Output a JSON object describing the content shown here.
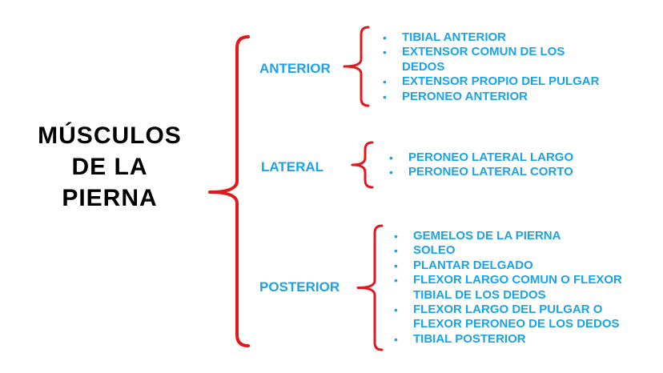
{
  "title_lines": [
    "MÚSCULOS",
    "DE LA",
    "PIERNA"
  ],
  "colors": {
    "bracket": "#e0191e",
    "text": "#1aa3e6",
    "title": "#000000"
  },
  "categories": [
    {
      "label": "ANTERIOR",
      "items": [
        [
          "TIBIAL ANTERIOR"
        ],
        [
          "EXTENSOR COMUN DE LOS",
          "DEDOS"
        ],
        [
          "EXTENSOR PROPIO DEL PULGAR"
        ],
        [
          "PERONEO ANTERIOR"
        ]
      ]
    },
    {
      "label": "LATERAL",
      "items": [
        [
          "PERONEO LATERAL LARGO"
        ],
        [
          "PERONEO LATERAL CORTO"
        ]
      ]
    },
    {
      "label": "POSTERIOR",
      "items": [
        [
          "GEMELOS DE LA PIERNA"
        ],
        [
          "SOLEO"
        ],
        [
          "PLANTAR DELGADO"
        ],
        [
          "FLEXOR LARGO COMUN O FLEXOR",
          "TIBIAL DE LOS DEDOS"
        ],
        [
          "FLEXOR LARGO DEL PULGAR O",
          "FLEXOR PERONEO DE LOS DEDOS"
        ],
        [
          "TIBIAL POSTERIOR"
        ]
      ]
    }
  ]
}
